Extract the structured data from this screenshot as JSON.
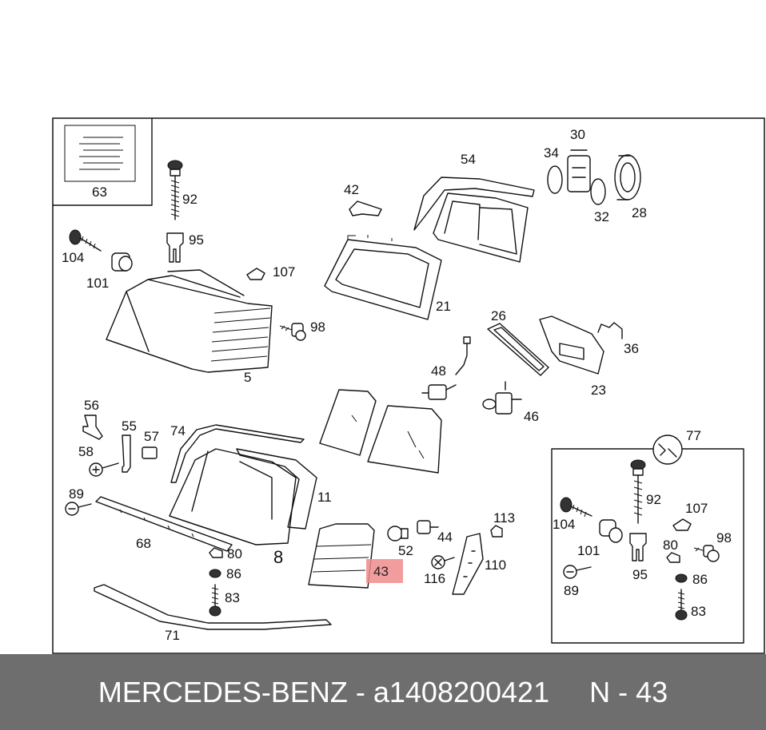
{
  "diagram": {
    "inset_top_left_label": "63",
    "parts": [
      {
        "id": "p92a",
        "label": "92"
      },
      {
        "id": "p95a",
        "label": "95"
      },
      {
        "id": "p104a",
        "label": "104"
      },
      {
        "id": "p101a",
        "label": "101"
      },
      {
        "id": "p107a",
        "label": "107"
      },
      {
        "id": "p98a",
        "label": "98"
      },
      {
        "id": "p5",
        "label": "5"
      },
      {
        "id": "p42",
        "label": "42"
      },
      {
        "id": "p54",
        "label": "54"
      },
      {
        "id": "p34",
        "label": "34"
      },
      {
        "id": "p30",
        "label": "30"
      },
      {
        "id": "p32",
        "label": "32"
      },
      {
        "id": "p28",
        "label": "28"
      },
      {
        "id": "p21",
        "label": "21"
      },
      {
        "id": "p26",
        "label": "26"
      },
      {
        "id": "p36",
        "label": "36"
      },
      {
        "id": "p48",
        "label": "48"
      },
      {
        "id": "p23",
        "label": "23"
      },
      {
        "id": "p46",
        "label": "46"
      },
      {
        "id": "p56",
        "label": "56"
      },
      {
        "id": "p55",
        "label": "55"
      },
      {
        "id": "p57",
        "label": "57"
      },
      {
        "id": "p74",
        "label": "74"
      },
      {
        "id": "p58",
        "label": "58"
      },
      {
        "id": "p89a",
        "label": "89"
      },
      {
        "id": "p11",
        "label": "11"
      },
      {
        "id": "p68",
        "label": "68"
      },
      {
        "id": "p80a",
        "label": "80"
      },
      {
        "id": "p8",
        "label": "8"
      },
      {
        "id": "p86a",
        "label": "86"
      },
      {
        "id": "p83a",
        "label": "83"
      },
      {
        "id": "p71",
        "label": "71"
      },
      {
        "id": "p52",
        "label": "52"
      },
      {
        "id": "p44",
        "label": "44"
      },
      {
        "id": "p113",
        "label": "113"
      },
      {
        "id": "p116",
        "label": "116"
      },
      {
        "id": "p110",
        "label": "110"
      },
      {
        "id": "p77",
        "label": "77"
      },
      {
        "id": "p92b",
        "label": "92"
      },
      {
        "id": "p104b",
        "label": "104"
      },
      {
        "id": "p107b",
        "label": "107"
      },
      {
        "id": "p98b",
        "label": "98"
      },
      {
        "id": "p101b",
        "label": "101"
      },
      {
        "id": "p80b",
        "label": "80"
      },
      {
        "id": "p89b",
        "label": "89"
      },
      {
        "id": "p95b",
        "label": "95"
      },
      {
        "id": "p86b",
        "label": "86"
      },
      {
        "id": "p83b",
        "label": "83"
      }
    ],
    "highlight": {
      "label": "43",
      "color": "#f08c8c"
    }
  },
  "footer": {
    "text": "MERCEDES-BENZ - a1408200421     N - 43",
    "background": "#6e6e6e"
  }
}
